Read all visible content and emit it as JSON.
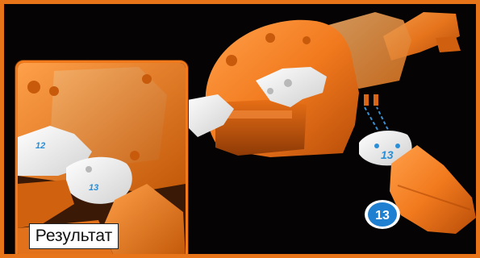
{
  "caption": {
    "text": "Результат"
  },
  "inset_labels": {
    "part_12": "12",
    "part_13": "13"
  },
  "main_labels": {
    "part_13": "13"
  },
  "step": {
    "number": "13"
  },
  "colors": {
    "frame": "#e8741a",
    "part": "#f07a1c",
    "white_part": "#f2f2f2",
    "label_blue": "#2a8fd6",
    "badge": "#1f7fd0"
  }
}
